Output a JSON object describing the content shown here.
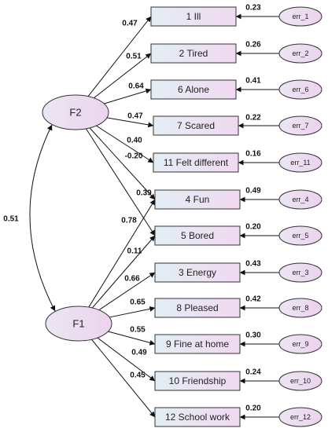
{
  "diagram": {
    "latents": [
      {
        "id": "F2",
        "label": "F2"
      },
      {
        "id": "F1",
        "label": "F1"
      }
    ],
    "correlation": {
      "from": "F2",
      "to": "F1",
      "value": "0.51"
    },
    "indicators": [
      {
        "label": "1 Ill",
        "loading": "0.47",
        "factor": "F2",
        "error": "err_1",
        "error_weight": "0.23"
      },
      {
        "label": "2 Tired",
        "loading": "0.51",
        "factor": "F2",
        "error": "err_2",
        "error_weight": "0.26"
      },
      {
        "label": "6 Alone",
        "loading": "0.64",
        "factor": "F2",
        "error": "err_6",
        "error_weight": "0.41"
      },
      {
        "label": "7 Scared",
        "loading": "0.47",
        "factor": "F2",
        "error": "err_7",
        "error_weight": "0.22"
      },
      {
        "label": "11 Felt different",
        "loading": "0.40",
        "factor": "F2",
        "error": "err_11",
        "error_weight": "0.16"
      },
      {
        "label": "4 Fun",
        "loading": "-0.20",
        "factor": "F2",
        "error": "err_4",
        "error_weight": "0.49"
      },
      {
        "label": "5 Bored",
        "loading": "0.39",
        "factor": "F2",
        "error": "err_5",
        "error_weight": "0.20"
      },
      {
        "label": "3 Energy",
        "loading": "0.66",
        "factor": "F1",
        "error": "err_3",
        "error_weight": "0.43"
      },
      {
        "label": "8 Pleased",
        "loading": "0.65",
        "factor": "F1",
        "error": "err_8",
        "error_weight": "0.42"
      },
      {
        "label": "9 Fine at home",
        "loading": "0.55",
        "factor": "F1",
        "error": "err_9",
        "error_weight": "0.30"
      },
      {
        "label": "10 Friendship",
        "loading": "0.49",
        "factor": "F1",
        "error": "err_10",
        "error_weight": "0.24"
      },
      {
        "label": "12 School work",
        "loading": "0.45",
        "factor": "F1",
        "error": "err_12",
        "error_weight": "0.20"
      }
    ],
    "cross_loadings": [
      {
        "factor": "F1",
        "target": "4 Fun",
        "loading": "0.78"
      },
      {
        "factor": "F1",
        "target": "5 Bored",
        "loading": "0.11"
      }
    ],
    "colors": {
      "box_fill_start": "#e3eef4",
      "box_fill_end": "#f1d9f1",
      "ellipse_fill_start": "#ece6f3",
      "ellipse_fill_end": "#ecd3ee",
      "stroke": "#333333"
    }
  }
}
